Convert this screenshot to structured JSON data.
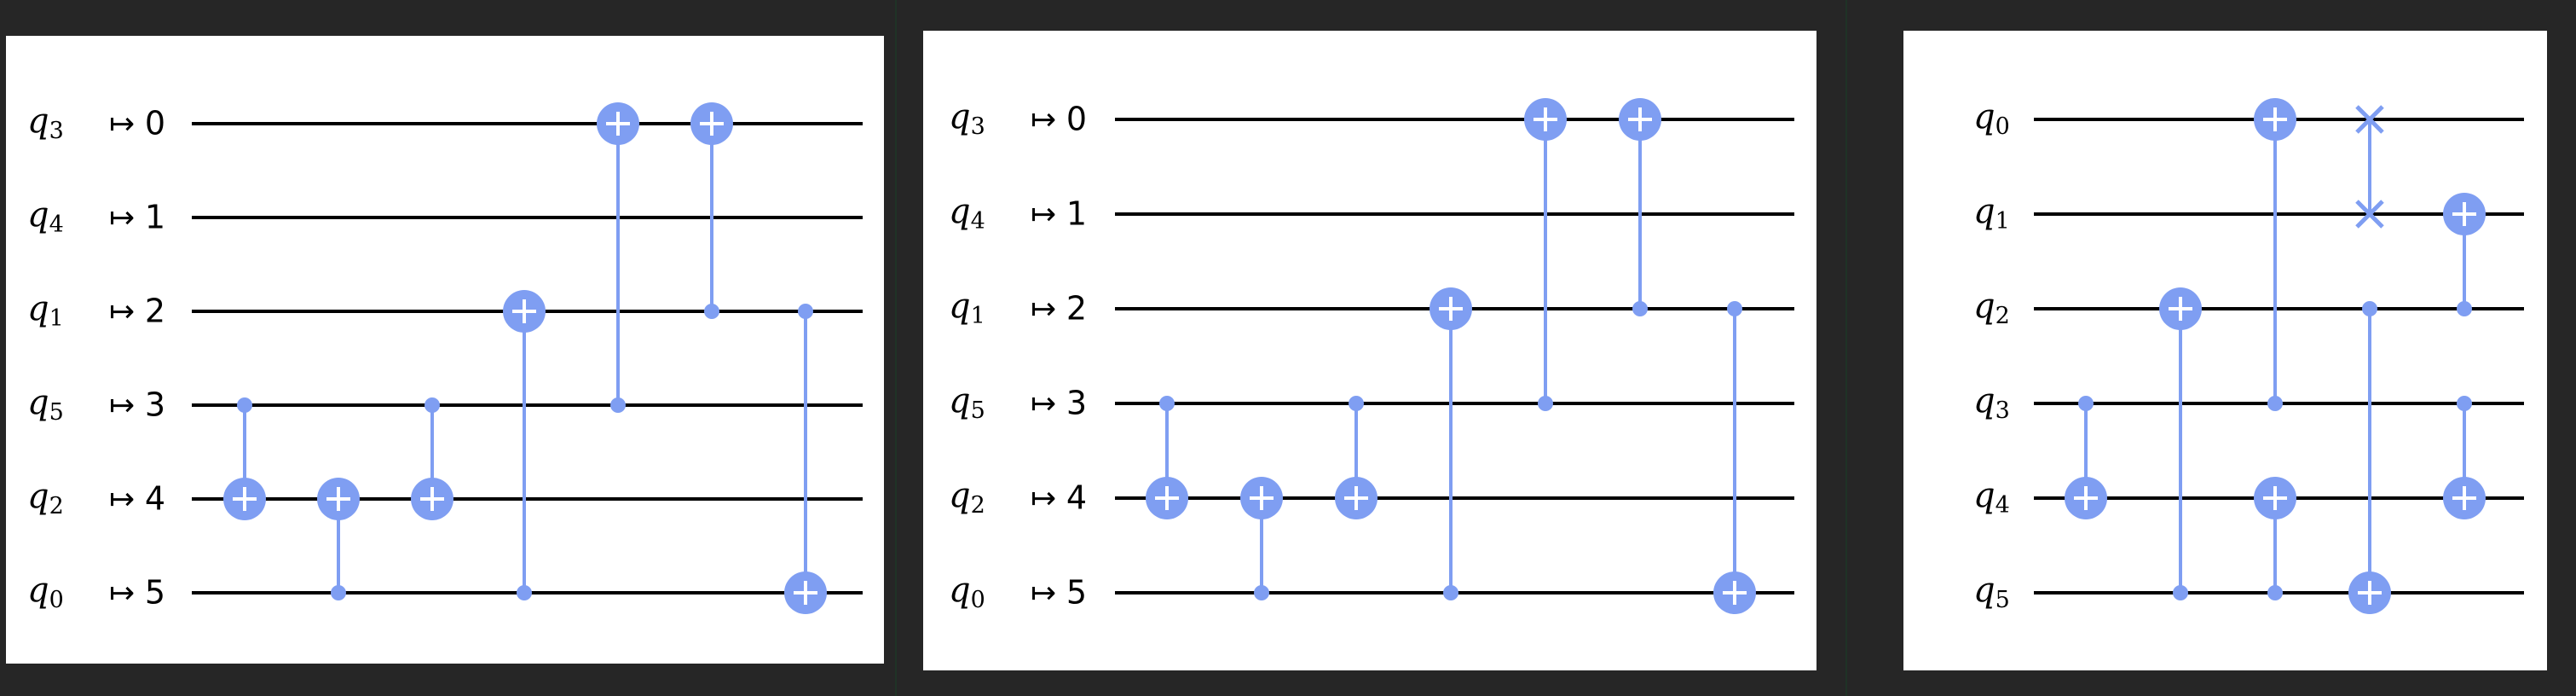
{
  "theme": {
    "background": "#262626",
    "panel_bg": "#ffffff",
    "wire_color": "#000000",
    "gate_color": "#7f9ef2",
    "gate_symbol_color": "#ffffff"
  },
  "panels": [
    {
      "wires": [
        {
          "qubit": "3",
          "maps_to": "0"
        },
        {
          "qubit": "4",
          "maps_to": "1"
        },
        {
          "qubit": "1",
          "maps_to": "2"
        },
        {
          "qubit": "5",
          "maps_to": "3"
        },
        {
          "qubit": "2",
          "maps_to": "4"
        },
        {
          "qubit": "0",
          "maps_to": "5"
        }
      ],
      "gates": [
        {
          "type": "cx",
          "control": 3,
          "target": 4
        },
        {
          "type": "cx",
          "control": 5,
          "target": 4
        },
        {
          "type": "cx",
          "control": 3,
          "target": 4
        },
        {
          "type": "cx",
          "control": 5,
          "target": 2
        },
        {
          "type": "cx",
          "control": 3,
          "target": 0
        },
        {
          "type": "cx",
          "control": 2,
          "target": 0
        },
        {
          "type": "cx",
          "control": 2,
          "target": 5
        }
      ]
    },
    {
      "wires": [
        {
          "qubit": "3",
          "maps_to": "0"
        },
        {
          "qubit": "4",
          "maps_to": "1"
        },
        {
          "qubit": "1",
          "maps_to": "2"
        },
        {
          "qubit": "5",
          "maps_to": "3"
        },
        {
          "qubit": "2",
          "maps_to": "4"
        },
        {
          "qubit": "0",
          "maps_to": "5"
        }
      ],
      "gates": [
        {
          "type": "cx",
          "control": 3,
          "target": 4
        },
        {
          "type": "cx",
          "control": 5,
          "target": 4
        },
        {
          "type": "cx",
          "control": 3,
          "target": 4
        },
        {
          "type": "cx",
          "control": 5,
          "target": 2
        },
        {
          "type": "cx",
          "control": 3,
          "target": 0
        },
        {
          "type": "cx",
          "control": 2,
          "target": 0
        },
        {
          "type": "cx",
          "control": 2,
          "target": 5
        }
      ]
    },
    {
      "wires": [
        {
          "qubit": "0"
        },
        {
          "qubit": "1"
        },
        {
          "qubit": "2"
        },
        {
          "qubit": "3"
        },
        {
          "qubit": "4"
        },
        {
          "qubit": "5"
        }
      ],
      "gates": [
        {
          "type": "cx",
          "control": 3,
          "target": 4
        },
        {
          "type": "cx",
          "control": 5,
          "target": 2
        },
        {
          "type": "cx",
          "control": 3,
          "target": 0
        },
        {
          "type": "cx",
          "control": 5,
          "target": 4
        },
        {
          "type": "swap",
          "qubits": [
            0,
            1
          ]
        },
        {
          "type": "cx",
          "control": 2,
          "target": 5
        },
        {
          "type": "cx",
          "control": 2,
          "target": 1
        },
        {
          "type": "cx",
          "control": 3,
          "target": 4
        }
      ]
    }
  ]
}
